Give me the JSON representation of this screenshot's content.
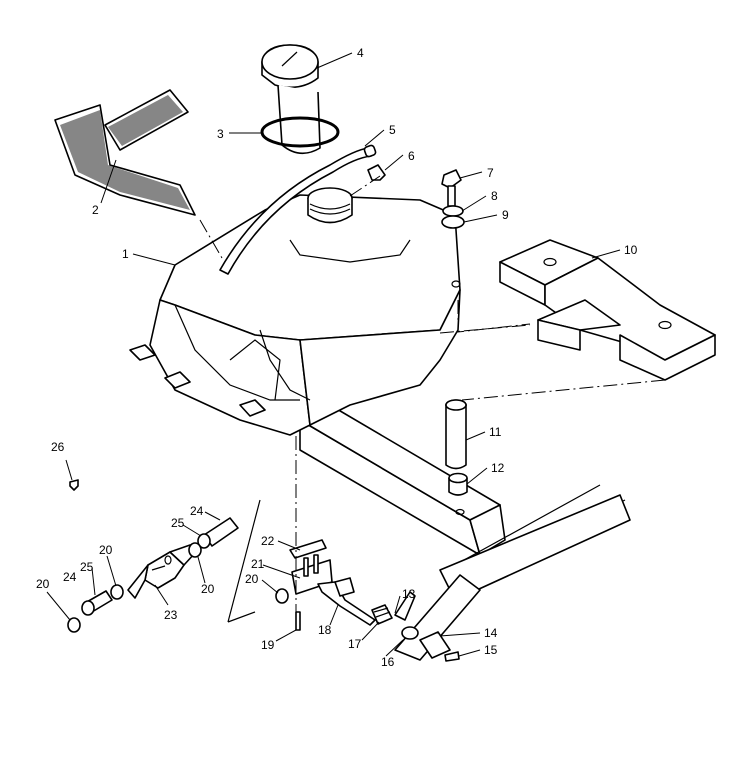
{
  "callouts": [
    "1",
    "2",
    "3",
    "4",
    "5",
    "6",
    "7",
    "8",
    "9",
    "10",
    "11",
    "12",
    "13",
    "14",
    "15",
    "16",
    "17",
    "18",
    "19",
    "20",
    "21",
    "22",
    "23",
    "24",
    "25",
    "26"
  ],
  "colors": {
    "line": "#000000",
    "background": "#ffffff"
  }
}
